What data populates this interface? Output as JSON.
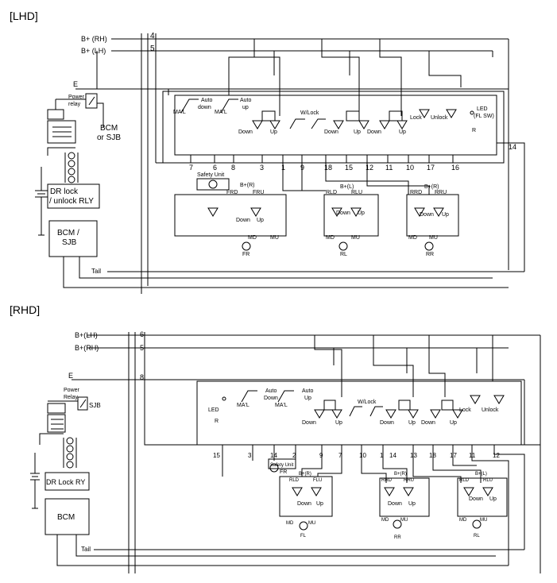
{
  "lhd": {
    "title": "[LHD]",
    "supply": [
      {
        "label": "B+ (RH)",
        "pin": "4"
      },
      {
        "label": "B+ (LH)",
        "pin": "5"
      }
    ],
    "ground_label": "E",
    "power_relay": "Power\nrelay",
    "bcm_top": "BCM\nor SJB",
    "relay_box": "DR lock\n/ unlock RLY",
    "bcm_box": "BCM /\nSJB",
    "tail": "Tail",
    "switch": {
      "ma_l_1": "MA'L",
      "auto_down": "Auto\ndown",
      "ma_l_2": "MA'L",
      "auto_up": "Auto\nup",
      "down_1": "Down",
      "up_1": "Up",
      "wlock": "W/Lock",
      "down_2": "Down",
      "up_2": "Up",
      "down_3": "Down",
      "up_3": "Up",
      "lock": "Lock",
      "unlock": "Unlock",
      "led": "LED\n(FL SW)",
      "r": "R"
    },
    "pins": [
      "7",
      "6",
      "8",
      "3",
      "1",
      "9",
      "18",
      "15",
      "12",
      "11",
      "10",
      "17",
      "16",
      "14"
    ],
    "safety": "Safety Unit",
    "bplus_r": "B+(R)",
    "bplus_l": "B+(L)",
    "bplus_r2": "B+(R)",
    "motors": [
      {
        "in1": "FRD",
        "in2": "FRU",
        "down": "Down",
        "up": "Up",
        "md": "MD",
        "mu": "MU",
        "name": "FR"
      },
      {
        "in1": "RLD",
        "in2": "RLU",
        "down": "Down",
        "up": "Up",
        "md": "MD",
        "mu": "MU",
        "name": "RL"
      },
      {
        "in1": "RRD",
        "in2": "RRU",
        "down": "Down",
        "up": "Up",
        "md": "MD",
        "mu": "MU",
        "name": "RR"
      }
    ]
  },
  "rhd": {
    "title": "[RHD]",
    "supply": [
      {
        "label": "B+(LH)",
        "pin": "6"
      },
      {
        "label": "B+(RH)",
        "pin": "5"
      }
    ],
    "ground_label": "E",
    "ground_pin": "8",
    "power_relay": "Power\nRelay",
    "sjb": "SJB",
    "relay_box": "DR Lock RY",
    "bcm_box": "BCM",
    "tail": "Tail",
    "switch": {
      "led": "LED",
      "r": "R",
      "ma_l_1": "MA'L",
      "auto_down": "Auto\nDown",
      "ma_l_2": "MA'L",
      "auto_up": "Auto\nUp",
      "down_1": "Down",
      "up_1": "Up",
      "wlock": "W/Lock",
      "down_2": "Down",
      "up_2": "Up",
      "down_3": "Down",
      "up_3": "Up",
      "lock": "Lock",
      "unlock": "Unlock"
    },
    "pins": [
      "15",
      "3",
      "14",
      "2",
      "9",
      "7",
      "10",
      "1",
      "14",
      "13",
      "18",
      "17",
      "11",
      "12"
    ],
    "safety": "Safety Unit",
    "fr": "FR",
    "bplus_r": "B+(R)",
    "bplus_l": "B+(L)",
    "motors": [
      {
        "in1": "RLD",
        "in2": "FLU",
        "down": "Down",
        "up": "Up",
        "md": "MD",
        "mu": "MU",
        "name": "FL"
      },
      {
        "in1": "RRD",
        "in2": "RRU",
        "down": "Down",
        "up": "Up",
        "md": "MD",
        "mu": "MU",
        "name": "RR"
      },
      {
        "in1": "RLD",
        "in2": "RLU",
        "down": "Down",
        "up": "Up",
        "md": "MD",
        "mu": "MU",
        "name": "RL"
      }
    ]
  }
}
